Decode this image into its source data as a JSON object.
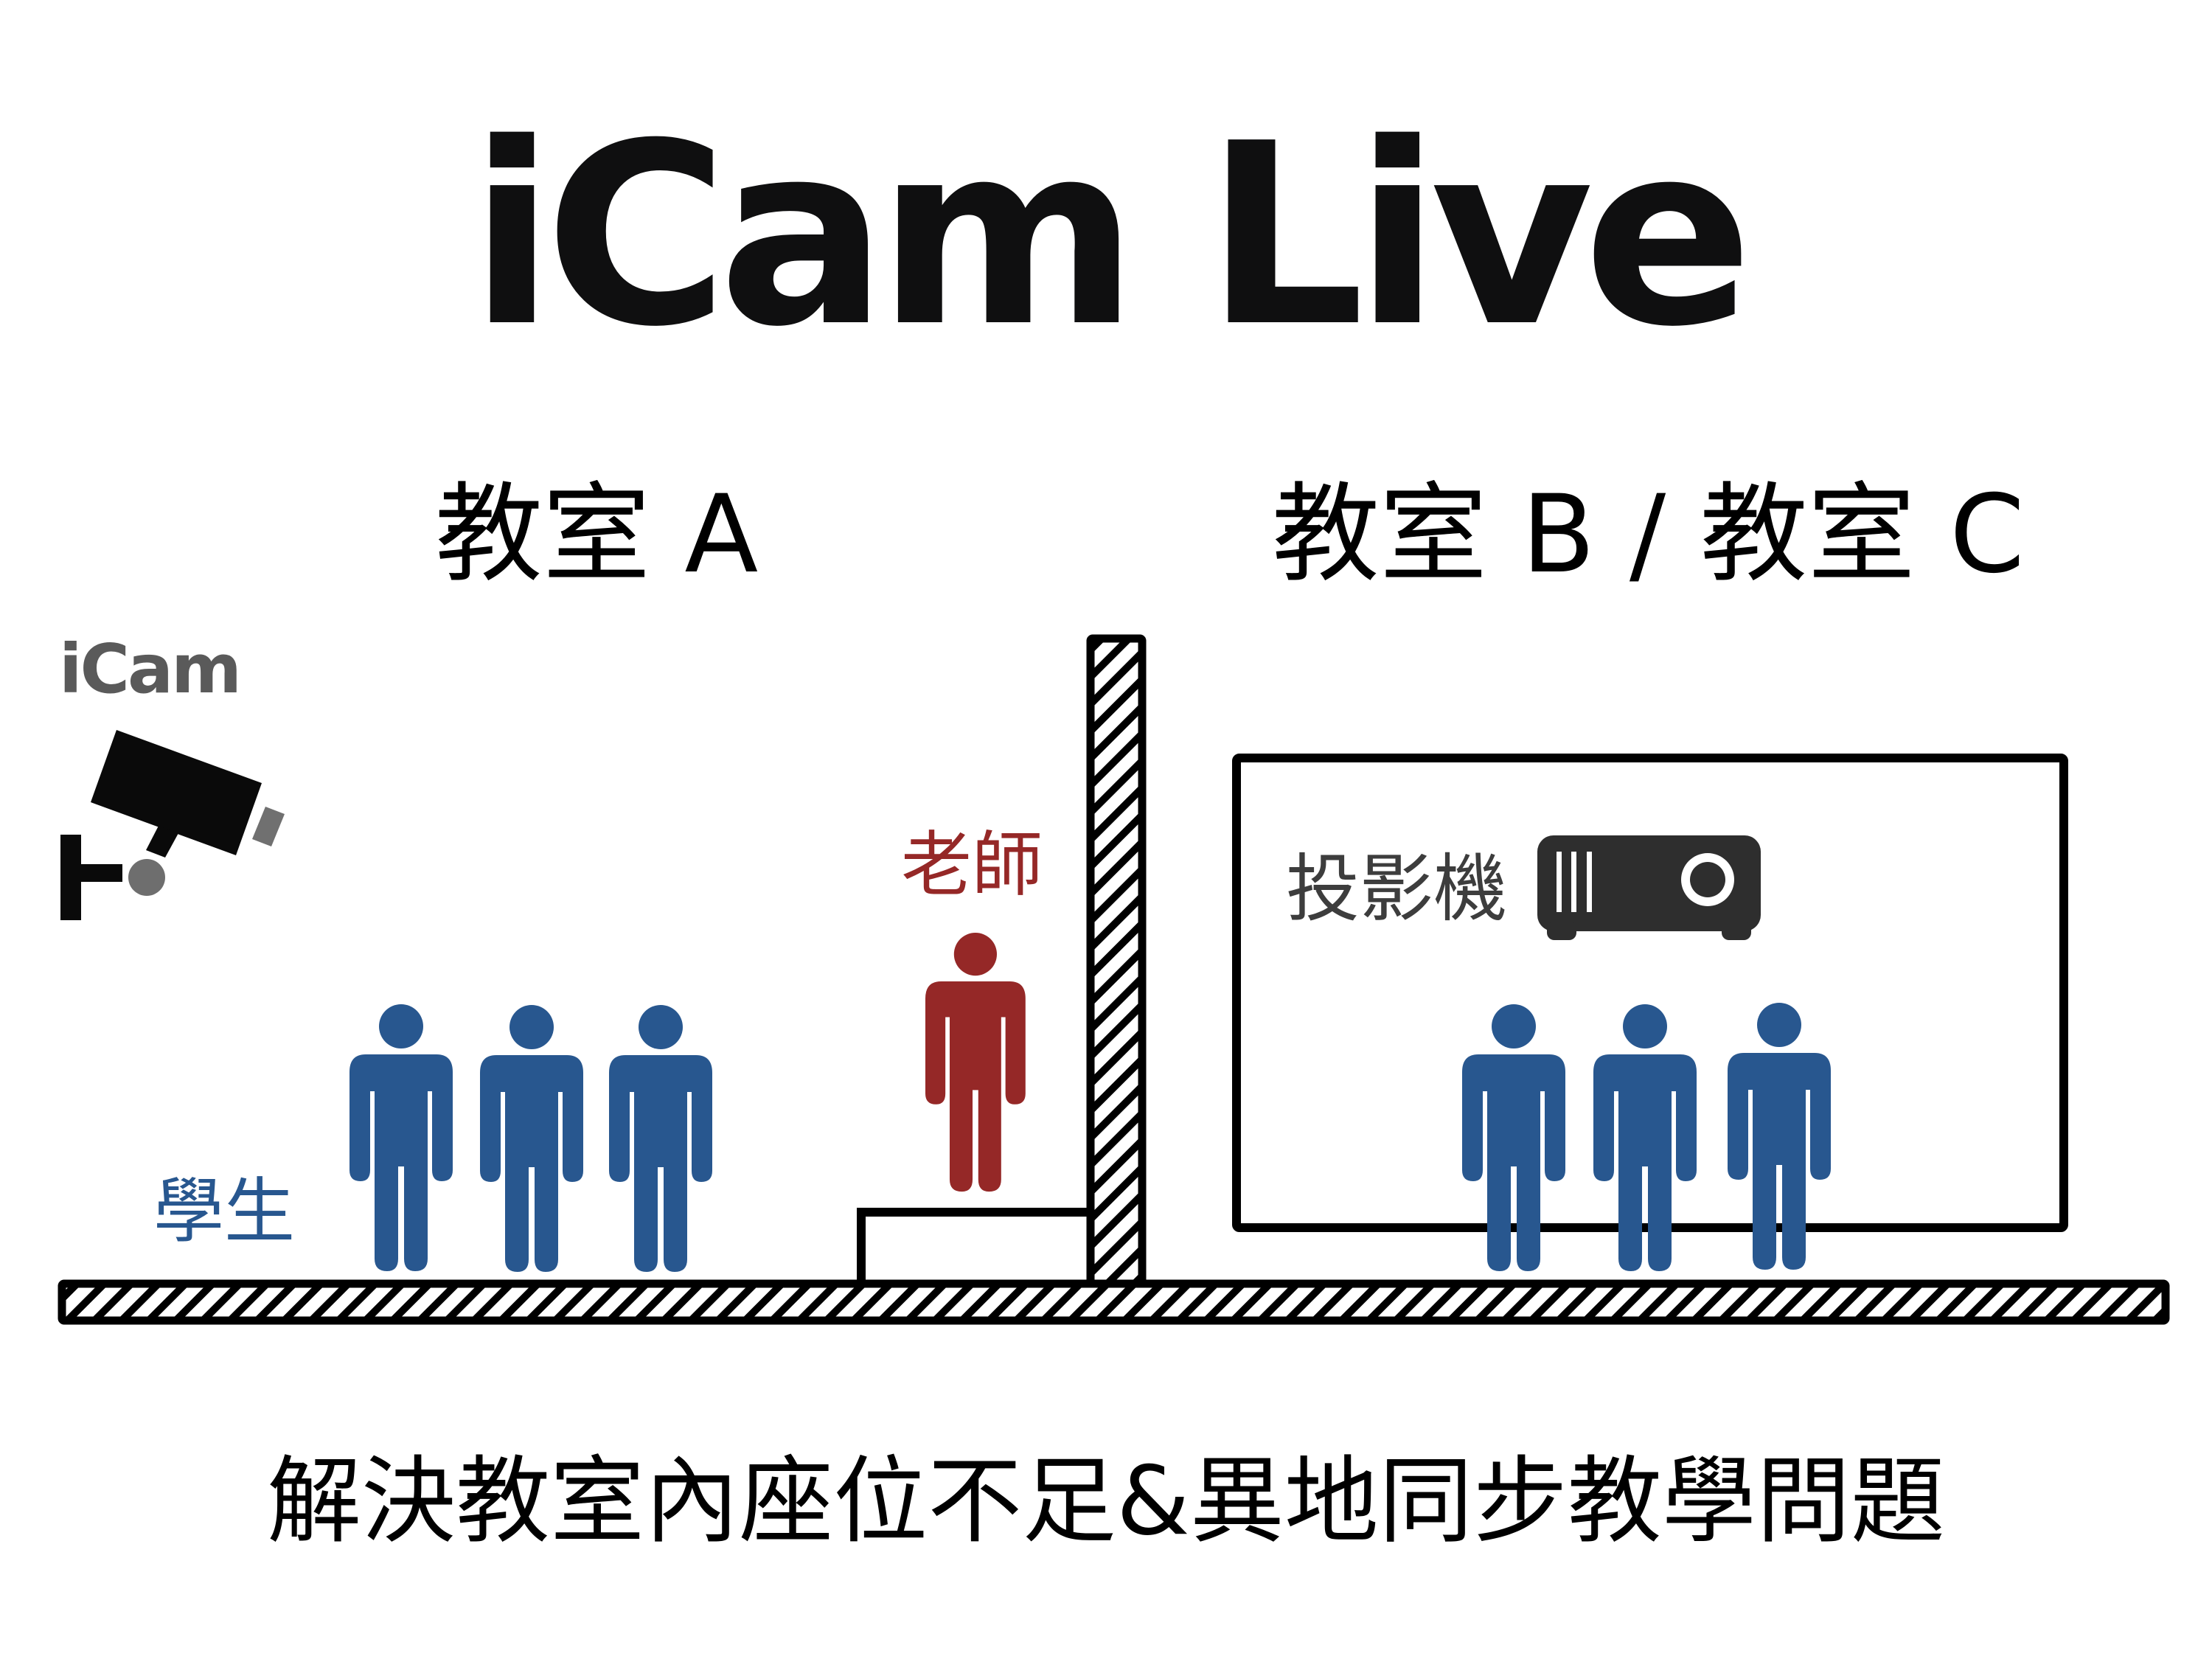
{
  "title": "iCam Live",
  "rooms": {
    "left": {
      "label": "教室 A"
    },
    "right": {
      "label": "教室 B / 教室 C"
    }
  },
  "labels": {
    "camera": "iCam",
    "teacher": "老師",
    "students": "學生",
    "projector": "投影機"
  },
  "footer": "解決教室內座位不足&異地同步教學問題",
  "icons": {
    "camera": "security-camera-icon",
    "projector": "projector-icon",
    "person": "person-icon"
  },
  "colors": {
    "title": "#0f0f10",
    "camera_label": "#5a5a5a",
    "teacher": "#952827",
    "students": "#28578f",
    "projector_label": "#3d3d3d",
    "projector_body": "#2e2e2e",
    "lines": "#000000"
  },
  "counts": {
    "students_room_a": 3,
    "students_room_bc": 3,
    "teachers": 1
  }
}
